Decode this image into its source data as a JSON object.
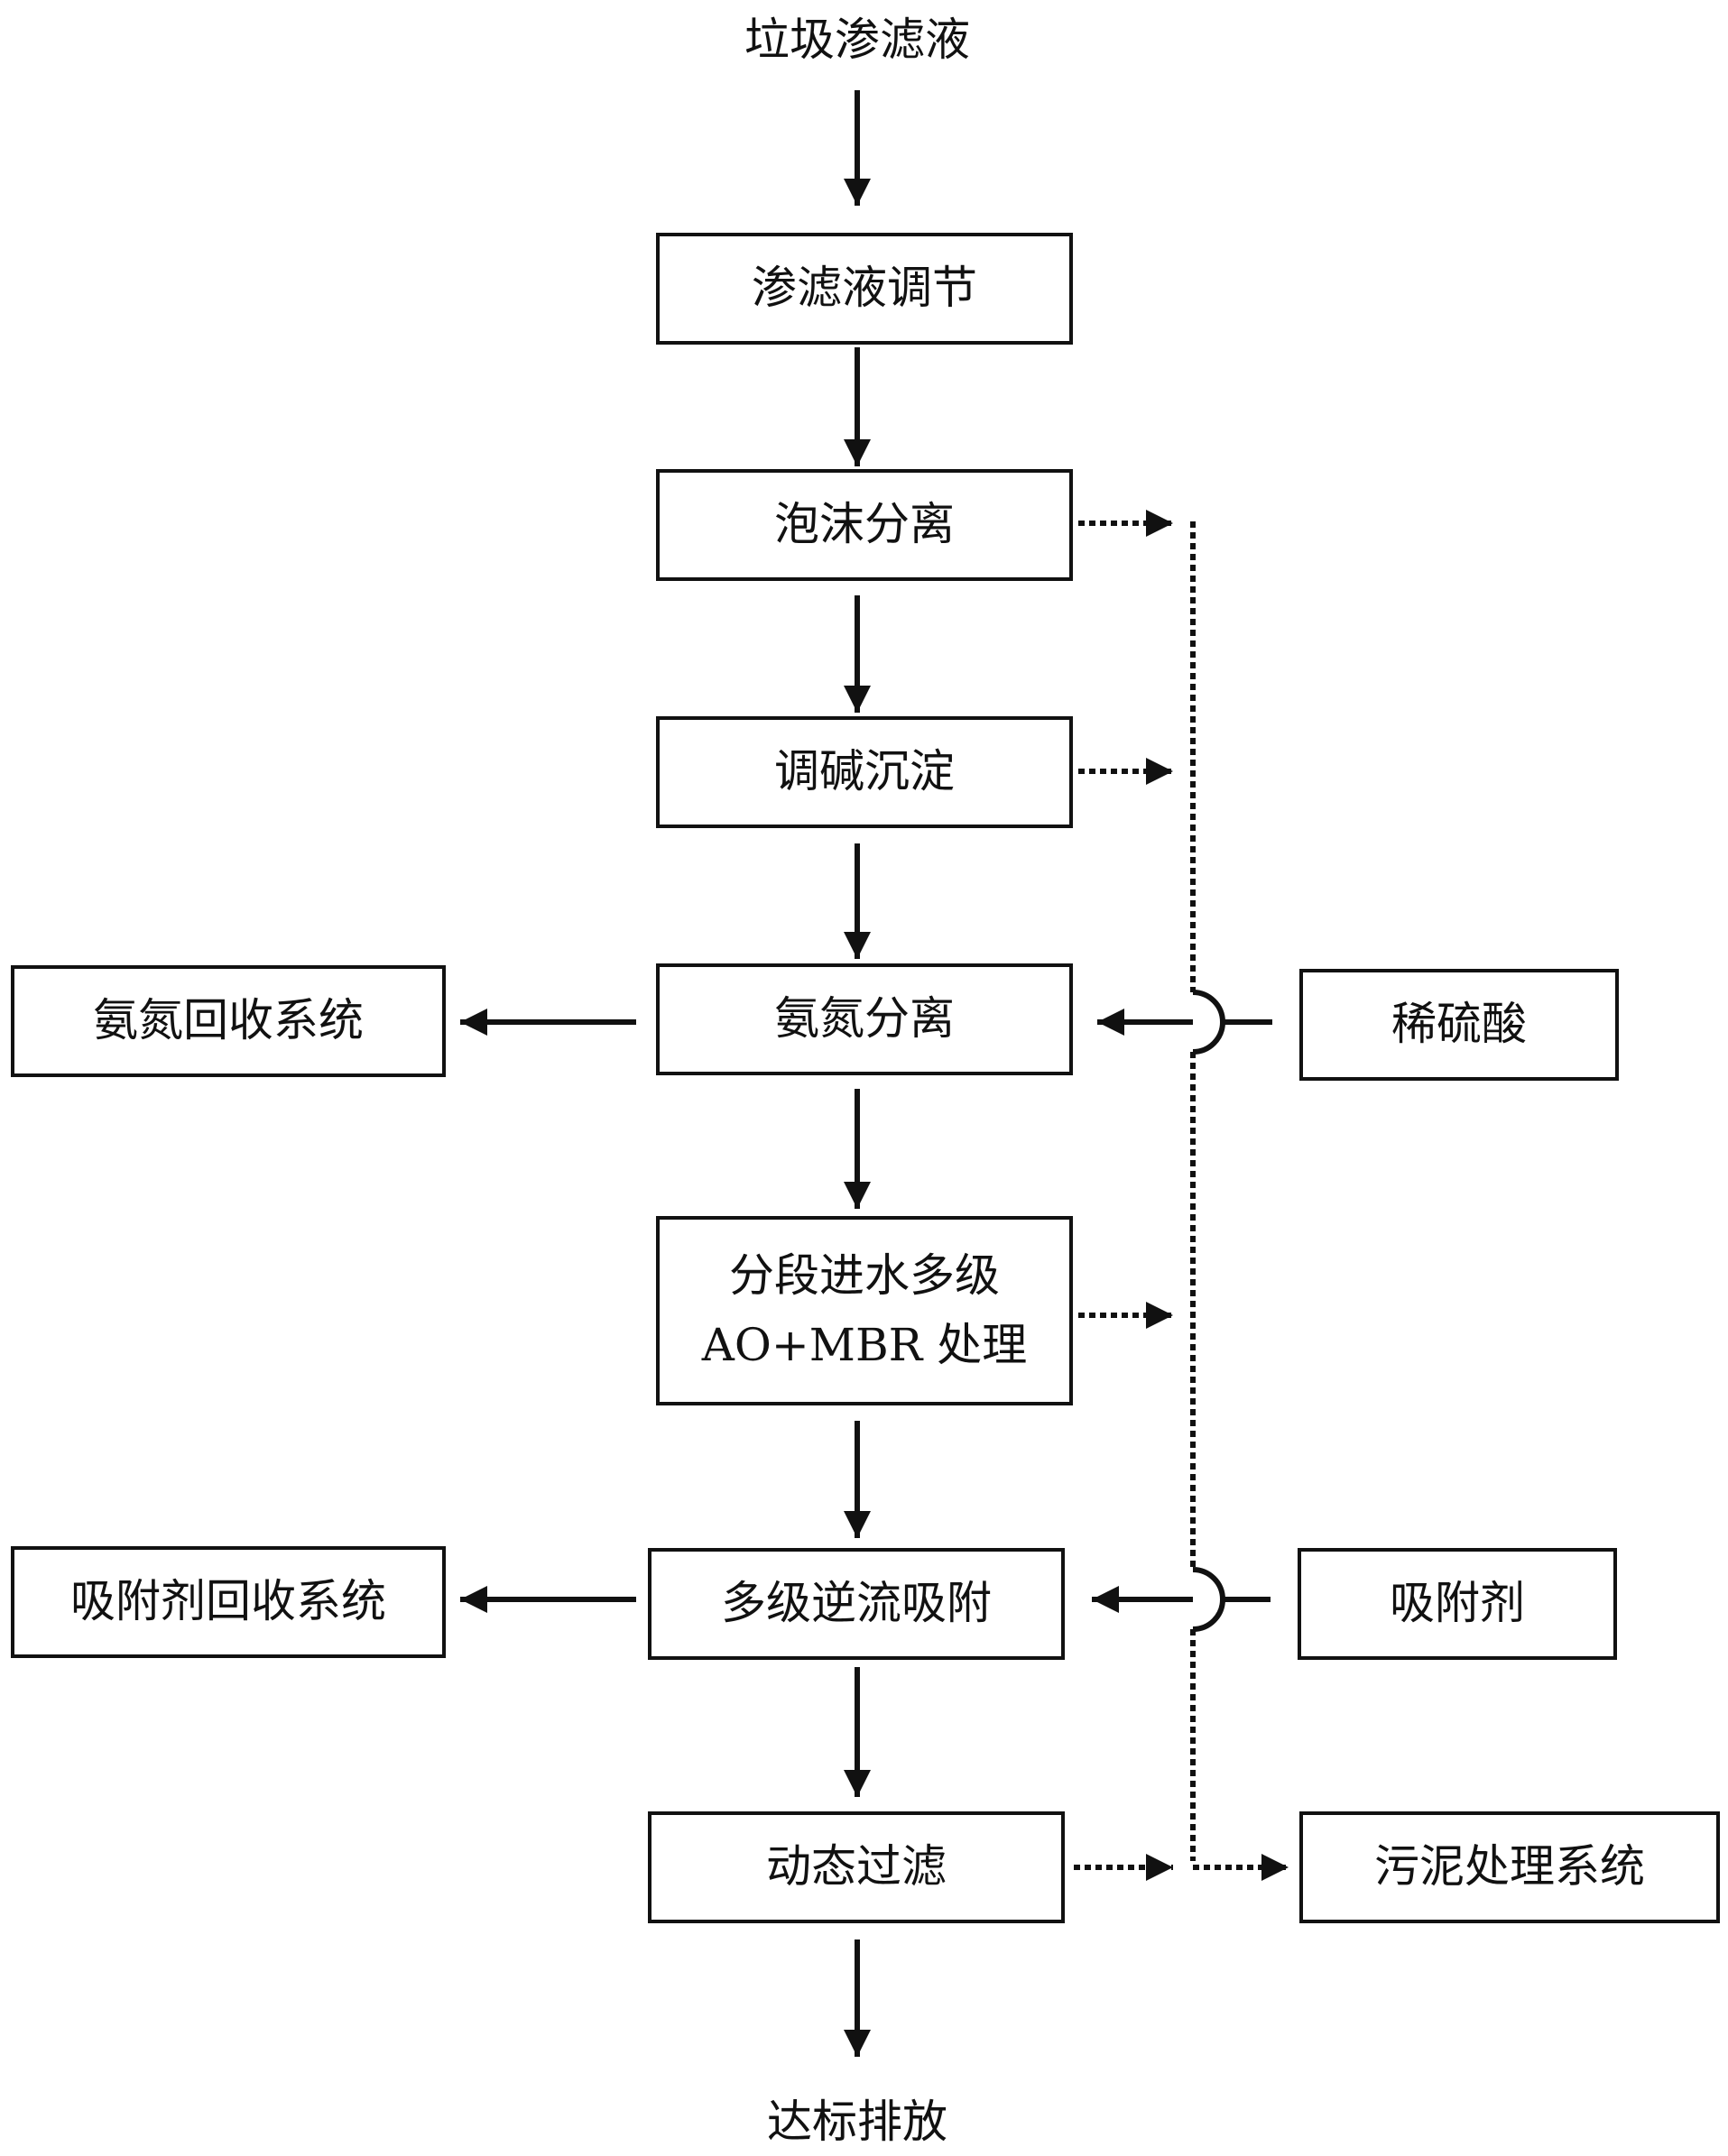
{
  "input_label": "垃圾渗滤液",
  "output_label": "达标排放",
  "main_steps": {
    "leachate_regulation": "渗滤液调节",
    "foam_separation": "泡沫分离",
    "alkali_precipitation": "调碱沉淀",
    "ammonia_separation": "氨氮分离",
    "ao_mbr_line1": "分段进水多级",
    "ao_mbr_line2": "AO+MBR 处理",
    "countercurrent_adsorption": "多级逆流吸附",
    "dynamic_filtration": "动态过滤"
  },
  "side_boxes": {
    "ammonia_recovery": "氨氮回收系统",
    "dilute_sulfuric_acid": "稀硫酸",
    "adsorbent_recovery": "吸附剂回收系统",
    "adsorbent": "吸附剂",
    "sludge_treatment": "污泥处理系统"
  },
  "colors": {
    "line": "#111111",
    "background": "#ffffff"
  }
}
